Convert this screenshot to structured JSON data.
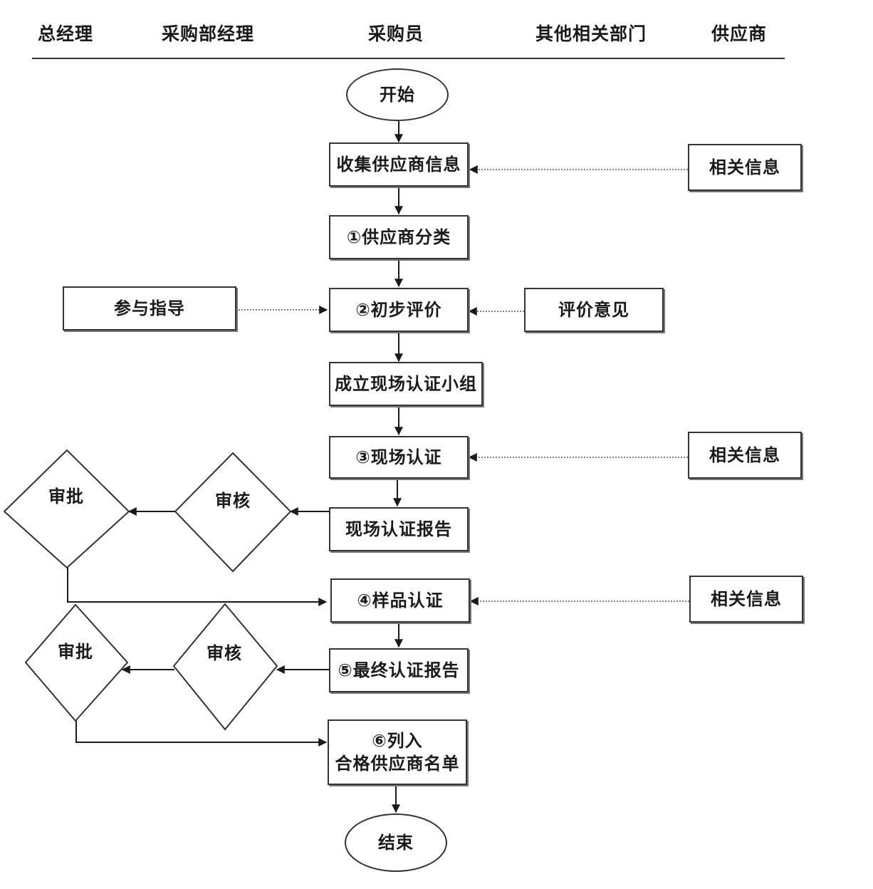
{
  "lanes": [
    "总经理",
    "采购部经理",
    "采购员",
    "其他相关部门",
    "供应商"
  ],
  "nodes": {
    "start": "开始",
    "collect_info": "收集供应商信息",
    "classify": "①供应商分类",
    "initial_eval": "②初步评价",
    "form_team": "成立现场认证小组",
    "onsite_cert": "③现场认证",
    "onsite_report": "现场认证报告",
    "sample_cert": "④样品认证",
    "final_report": "⑤最终认证报告",
    "list_line1": "⑥列入",
    "list_line2": "合格供应商名单",
    "end": "结束",
    "supplier_info_1": "相关信息",
    "supplier_info_2": "相关信息",
    "supplier_info_3": "相关信息",
    "guidance": "参与指导",
    "eval_opinion": "评价意见",
    "review_1": "审核",
    "approve_1": "审批",
    "review_2": "审核",
    "approve_2": "审批"
  }
}
